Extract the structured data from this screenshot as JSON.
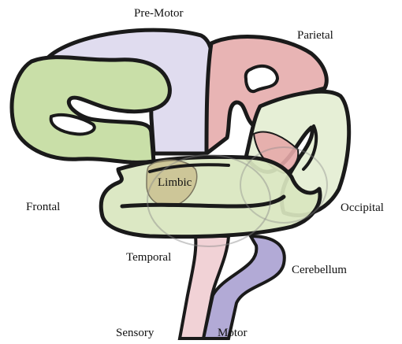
{
  "labels": {
    "premotor": "Pre-Motor",
    "parietal": "Parietal",
    "frontal": "Frontal",
    "limbic": "Limbic",
    "occipital": "Occipital",
    "temporal": "Temporal",
    "cerebellum": "Cerebellum",
    "sensory": "Sensory",
    "motor": "Motor"
  },
  "colors": {
    "outline": "#1a1a1a",
    "frontal": "#c9dfa8",
    "premotor": "#e0dcef",
    "parietal": "#e8b4b4",
    "occipital": "#e6efd6",
    "temporal": "#d9e6bf",
    "limbic": "#c8bb8a",
    "cerebellum": "#e6a8a8",
    "motor_tract": "#a59bcf",
    "sensory_tract": "#efcdd1"
  }
}
